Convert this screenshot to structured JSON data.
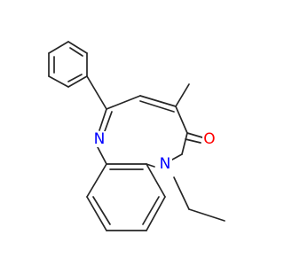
{
  "structure": {
    "atoms": [
      {
        "symbol": "N",
        "role": "imine-nitrogen",
        "color": "#0000ff"
      },
      {
        "symbol": "N",
        "role": "amide-nitrogen",
        "color": "#0000ff"
      },
      {
        "symbol": "O",
        "role": "carbonyl-oxygen",
        "color": "#ff0000"
      }
    ],
    "bond_color": "#262626"
  }
}
